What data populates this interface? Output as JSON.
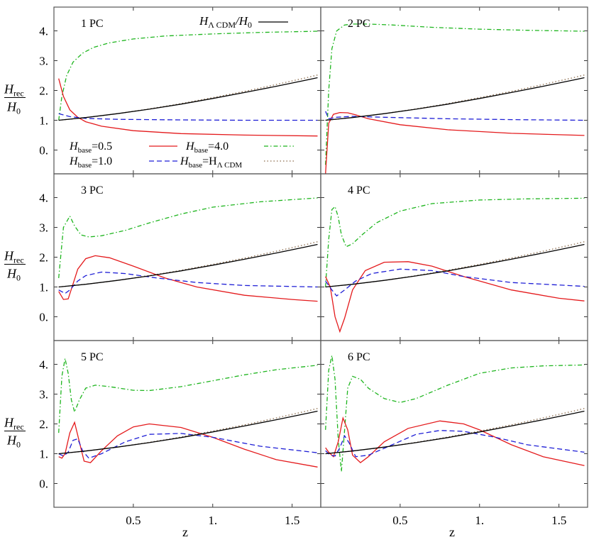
{
  "chart_data": {
    "type": "line",
    "xlabel": "z",
    "ylabel_num": "H",
    "ylabel_num_sub": "rec",
    "ylabel_den": "H",
    "ylabel_den_sub": "0",
    "xlim": [
      0.0,
      1.68
    ],
    "ylim": [
      -0.8,
      4.8
    ],
    "x_ticks": [
      {
        "value": 0.5,
        "label": "0.5"
      },
      {
        "value": 1.0,
        "label": "1."
      },
      {
        "value": 1.5,
        "label": "1.5"
      }
    ],
    "y_ticks": [
      {
        "value": 0,
        "label": "0."
      },
      {
        "value": 1,
        "label": "1."
      },
      {
        "value": 2,
        "label": "2."
      },
      {
        "value": 3,
        "label": "3."
      },
      {
        "value": 4,
        "label": "4."
      }
    ],
    "legend": {
      "lcdm": {
        "pre": "H",
        "sub": "Λ CDM",
        "post": "/H",
        "sub2": "0",
        "color": "#000000"
      },
      "entries": [
        {
          "key": "h05",
          "pre": "H",
          "sub": "base",
          "post": "=0.5",
          "color": "#e41a1c",
          "dash": ""
        },
        {
          "key": "h10",
          "pre": "H",
          "sub": "base",
          "post": "=1.0",
          "color": "#1f1fd6",
          "dash": "7,4"
        },
        {
          "key": "h40",
          "pre": "H",
          "sub": "base",
          "post": "=4.0",
          "color": "#1eb51e",
          "dash": "6,3,1.5,3"
        },
        {
          "key": "hl",
          "pre": "H",
          "sub": "base",
          "post": "=H",
          "sub2": "Λ CDM",
          "color": "#8b6a4a",
          "dash": "1.5,3"
        }
      ]
    },
    "lcdm_curve": {
      "x": [
        0.03,
        0.2,
        0.4,
        0.6,
        0.8,
        1.0,
        1.2,
        1.4,
        1.6,
        1.66
      ],
      "y": [
        1.0,
        1.09,
        1.22,
        1.37,
        1.54,
        1.73,
        1.93,
        2.14,
        2.36,
        2.43
      ]
    },
    "panels": [
      {
        "title": "1 PC",
        "series": [
          {
            "key": "h40",
            "x": [
              0.03,
              0.05,
              0.08,
              0.12,
              0.18,
              0.25,
              0.35,
              0.5,
              0.7,
              1.0,
              1.3,
              1.66
            ],
            "y": [
              1.0,
              1.8,
              2.5,
              2.95,
              3.25,
              3.45,
              3.6,
              3.73,
              3.83,
              3.9,
              3.95,
              3.99
            ]
          },
          {
            "key": "h05",
            "x": [
              0.03,
              0.06,
              0.1,
              0.15,
              0.2,
              0.3,
              0.5,
              0.8,
              1.2,
              1.66
            ],
            "y": [
              2.4,
              1.8,
              1.35,
              1.1,
              0.95,
              0.8,
              0.65,
              0.55,
              0.5,
              0.47
            ]
          },
          {
            "key": "h10",
            "x": [
              0.03,
              0.1,
              0.2,
              0.4,
              0.8,
              1.2,
              1.66
            ],
            "y": [
              1.22,
              1.12,
              1.06,
              1.03,
              1.01,
              1.0,
              1.0
            ]
          },
          {
            "key": "hl",
            "x": [
              0.03,
              0.2,
              0.4,
              0.6,
              0.8,
              1.0,
              1.2,
              1.4,
              1.6,
              1.66
            ],
            "y": [
              1.0,
              1.09,
              1.22,
              1.38,
              1.56,
              1.76,
              1.97,
              2.2,
              2.44,
              2.52
            ]
          }
        ]
      },
      {
        "title": "2 PC",
        "series": [
          {
            "key": "h40",
            "x": [
              0.03,
              0.05,
              0.07,
              0.1,
              0.15,
              0.2,
              0.3,
              0.45,
              0.7,
              1.0,
              1.3,
              1.66
            ],
            "y": [
              -0.5,
              2.0,
              3.4,
              4.0,
              4.2,
              4.23,
              4.23,
              4.2,
              4.12,
              4.06,
              4.02,
              3.99
            ]
          },
          {
            "key": "h05",
            "x": [
              0.03,
              0.05,
              0.08,
              0.12,
              0.17,
              0.22,
              0.3,
              0.5,
              0.8,
              1.2,
              1.66
            ],
            "y": [
              -0.8,
              0.9,
              1.2,
              1.26,
              1.25,
              1.18,
              1.05,
              0.85,
              0.68,
              0.56,
              0.49
            ]
          },
          {
            "key": "h10",
            "x": [
              0.03,
              0.05,
              0.1,
              0.2,
              0.4,
              0.8,
              1.2,
              1.66
            ],
            "y": [
              1.3,
              1.05,
              1.1,
              1.13,
              1.1,
              1.05,
              1.02,
              1.0
            ]
          },
          {
            "key": "hl",
            "x": [
              0.03,
              0.2,
              0.4,
              0.6,
              0.8,
              1.0,
              1.2,
              1.4,
              1.6,
              1.66
            ],
            "y": [
              1.0,
              1.09,
              1.22,
              1.38,
              1.56,
              1.76,
              1.97,
              2.2,
              2.44,
              2.52
            ]
          }
        ]
      },
      {
        "title": "3 PC",
        "series": [
          {
            "key": "h40",
            "x": [
              0.03,
              0.06,
              0.1,
              0.13,
              0.17,
              0.22,
              0.3,
              0.45,
              0.6,
              0.8,
              1.0,
              1.3,
              1.66
            ],
            "y": [
              1.3,
              3.0,
              3.38,
              3.05,
              2.75,
              2.68,
              2.72,
              2.9,
              3.15,
              3.45,
              3.68,
              3.86,
              3.99
            ]
          },
          {
            "key": "h05",
            "x": [
              0.03,
              0.06,
              0.09,
              0.12,
              0.15,
              0.2,
              0.26,
              0.35,
              0.5,
              0.7,
              0.9,
              1.2,
              1.5,
              1.66
            ],
            "y": [
              0.85,
              0.58,
              0.6,
              1.1,
              1.6,
              1.95,
              2.05,
              1.98,
              1.7,
              1.3,
              1.0,
              0.72,
              0.58,
              0.52
            ]
          },
          {
            "key": "h10",
            "x": [
              0.03,
              0.07,
              0.1,
              0.15,
              0.2,
              0.3,
              0.45,
              0.65,
              0.9,
              1.2,
              1.66
            ],
            "y": [
              0.9,
              0.78,
              0.9,
              1.2,
              1.38,
              1.5,
              1.45,
              1.3,
              1.15,
              1.05,
              1.0
            ]
          },
          {
            "key": "hl",
            "x": [
              0.03,
              0.2,
              0.4,
              0.6,
              0.8,
              1.0,
              1.2,
              1.4,
              1.6,
              1.66
            ],
            "y": [
              1.0,
              1.09,
              1.22,
              1.38,
              1.56,
              1.76,
              1.97,
              2.2,
              2.44,
              2.52
            ]
          }
        ]
      },
      {
        "title": "4 PC",
        "series": [
          {
            "key": "h40",
            "x": [
              0.03,
              0.05,
              0.07,
              0.09,
              0.11,
              0.13,
              0.16,
              0.2,
              0.26,
              0.35,
              0.5,
              0.7,
              1.0,
              1.3,
              1.66
            ],
            "y": [
              1.0,
              2.6,
              3.6,
              3.7,
              3.35,
              2.75,
              2.35,
              2.45,
              2.75,
              3.15,
              3.55,
              3.8,
              3.92,
              3.96,
              3.98
            ]
          },
          {
            "key": "h05",
            "x": [
              0.03,
              0.06,
              0.09,
              0.12,
              0.15,
              0.2,
              0.28,
              0.4,
              0.55,
              0.7,
              0.9,
              1.2,
              1.5,
              1.66
            ],
            "y": [
              1.35,
              1.0,
              0.0,
              -0.5,
              -0.05,
              0.9,
              1.55,
              1.83,
              1.85,
              1.7,
              1.35,
              0.9,
              0.62,
              0.53
            ]
          },
          {
            "key": "h10",
            "x": [
              0.03,
              0.07,
              0.1,
              0.15,
              0.22,
              0.32,
              0.5,
              0.7,
              0.9,
              1.2,
              1.66
            ],
            "y": [
              1.2,
              0.9,
              0.7,
              0.9,
              1.2,
              1.45,
              1.6,
              1.55,
              1.35,
              1.15,
              1.02
            ]
          },
          {
            "key": "hl",
            "x": [
              0.03,
              0.2,
              0.4,
              0.6,
              0.8,
              1.0,
              1.2,
              1.4,
              1.6,
              1.66
            ],
            "y": [
              1.0,
              1.09,
              1.22,
              1.38,
              1.56,
              1.76,
              1.97,
              2.2,
              2.44,
              2.52
            ]
          }
        ]
      },
      {
        "title": "5 PC",
        "series": [
          {
            "key": "h40",
            "x": [
              0.03,
              0.05,
              0.07,
              0.09,
              0.11,
              0.13,
              0.16,
              0.2,
              0.26,
              0.35,
              0.5,
              0.6,
              0.8,
              1.0,
              1.2,
              1.4,
              1.66
            ],
            "y": [
              1.7,
              3.6,
              4.2,
              3.7,
              2.8,
              2.4,
              2.8,
              3.2,
              3.3,
              3.25,
              3.13,
              3.12,
              3.25,
              3.45,
              3.65,
              3.82,
              3.97
            ]
          },
          {
            "key": "h05",
            "x": [
              0.03,
              0.05,
              0.07,
              0.1,
              0.13,
              0.16,
              0.19,
              0.23,
              0.3,
              0.4,
              0.5,
              0.6,
              0.8,
              1.0,
              1.2,
              1.4,
              1.66
            ],
            "y": [
              0.9,
              0.85,
              1.0,
              1.7,
              2.05,
              1.4,
              0.75,
              0.7,
              1.1,
              1.6,
              1.9,
              2.0,
              1.88,
              1.55,
              1.15,
              0.8,
              0.55
            ]
          },
          {
            "key": "h10",
            "x": [
              0.03,
              0.06,
              0.09,
              0.12,
              0.15,
              0.18,
              0.22,
              0.3,
              0.45,
              0.6,
              0.8,
              1.0,
              1.3,
              1.66
            ],
            "y": [
              1.0,
              0.92,
              1.05,
              1.45,
              1.5,
              1.1,
              0.85,
              1.0,
              1.4,
              1.65,
              1.68,
              1.55,
              1.25,
              1.03
            ]
          },
          {
            "key": "hl",
            "x": [
              0.03,
              0.2,
              0.4,
              0.6,
              0.8,
              1.0,
              1.2,
              1.4,
              1.6,
              1.66
            ],
            "y": [
              1.0,
              1.09,
              1.22,
              1.38,
              1.56,
              1.76,
              1.97,
              2.2,
              2.44,
              2.52
            ]
          }
        ]
      },
      {
        "title": "6 PC",
        "series": [
          {
            "key": "h40",
            "x": [
              0.03,
              0.05,
              0.07,
              0.09,
              0.11,
              0.13,
              0.15,
              0.17,
              0.2,
              0.25,
              0.3,
              0.4,
              0.5,
              0.6,
              0.8,
              1.0,
              1.2,
              1.4,
              1.66
            ],
            "y": [
              1.8,
              3.8,
              4.3,
              3.5,
              1.5,
              0.4,
              1.8,
              3.2,
              3.6,
              3.5,
              3.2,
              2.85,
              2.72,
              2.85,
              3.3,
              3.7,
              3.88,
              3.95,
              3.98
            ]
          },
          {
            "key": "h05",
            "x": [
              0.03,
              0.05,
              0.08,
              0.11,
              0.14,
              0.17,
              0.2,
              0.25,
              0.3,
              0.4,
              0.55,
              0.75,
              0.9,
              1.0,
              1.2,
              1.4,
              1.66
            ],
            "y": [
              1.2,
              1.05,
              0.9,
              1.4,
              2.2,
              1.8,
              0.95,
              0.7,
              0.9,
              1.4,
              1.85,
              2.1,
              2.0,
              1.8,
              1.3,
              0.9,
              0.6
            ]
          },
          {
            "key": "h10",
            "x": [
              0.03,
              0.06,
              0.09,
              0.12,
              0.15,
              0.18,
              0.22,
              0.3,
              0.45,
              0.6,
              0.75,
              0.9,
              1.1,
              1.3,
              1.66
            ],
            "y": [
              1.1,
              0.95,
              0.92,
              1.2,
              1.6,
              1.35,
              0.9,
              0.95,
              1.3,
              1.65,
              1.78,
              1.75,
              1.55,
              1.3,
              1.05
            ]
          },
          {
            "key": "hl",
            "x": [
              0.03,
              0.2,
              0.4,
              0.6,
              0.8,
              1.0,
              1.2,
              1.4,
              1.6,
              1.66
            ],
            "y": [
              1.0,
              1.09,
              1.22,
              1.38,
              1.56,
              1.76,
              1.97,
              2.2,
              2.44,
              2.52
            ]
          }
        ]
      }
    ]
  }
}
